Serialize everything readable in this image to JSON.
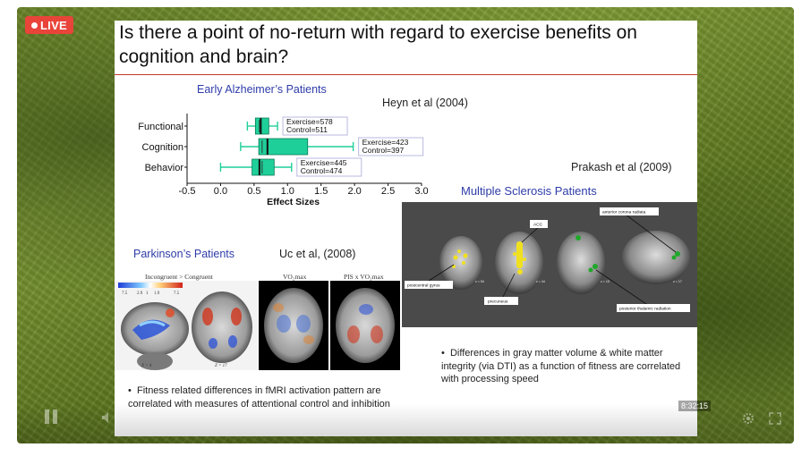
{
  "player": {
    "live_label": "LIVE"
  },
  "slide": {
    "title": "Is there a point of no-return with regard to exercise benefits on cognition and brain?",
    "alz": {
      "heading": "Early Alzheimer’s Patients",
      "citation": "Heyn et al (2004)"
    },
    "ms": {
      "citation": "Prakash et al (2009)",
      "heading": "Multiple Sclerosis Patients",
      "labels": {
        "anterior": "anterior corona radiata",
        "acc": "ACC",
        "postcentral": "postcentral gyrus",
        "precuneus": "precuneus",
        "posterior": "posterior thalamic radiation"
      },
      "slices": [
        "z = 54",
        "z = 44",
        "z = 15",
        "z = 17"
      ],
      "bullet": "Differences in gray matter volume & white matter integrity (via DTI) as a function of fitness are correlated with processing speed"
    },
    "pd": {
      "heading": "Parkinson’s Patients",
      "citation": "Uc et al, (2008)",
      "panel_labels": [
        "Incongruent > Congruent",
        "VO₂max",
        "PIS x VO₂max"
      ],
      "colorbar": [
        "7.5",
        "2.9",
        "1",
        "1.9",
        "7.5"
      ],
      "slice_labels": [
        "X = 4",
        "Z = 17"
      ],
      "bullet": "Fitness related differences in fMRI activation pattern are correlated with measures of attentional control and inhibition"
    }
  },
  "chart_data": {
    "type": "box",
    "xlabel": "Effect Sizes",
    "xlim": [
      -0.5,
      3.0
    ],
    "xticks": [
      "-0.5",
      "0.0",
      "0.5",
      "1.0",
      "1.5",
      "2.0",
      "2.5",
      "3.0"
    ],
    "categories": [
      "Functional",
      "Cognition",
      "Behavior"
    ],
    "series": [
      {
        "min": 0.4,
        "q1": 0.52,
        "median": 0.6,
        "q3": 0.72,
        "max": 0.85,
        "mean": 0.58,
        "annotation": [
          "Exercise=578",
          "Control=511"
        ]
      },
      {
        "min": 0.3,
        "q1": 0.57,
        "median": 0.7,
        "q3": 1.3,
        "max": 1.98,
        "mean": 0.62,
        "annotation": [
          "Exercise=423",
          "Control=397"
        ]
      },
      {
        "min": 0.0,
        "q1": 0.47,
        "median": 0.58,
        "q3": 0.8,
        "max": 1.06,
        "mean": 0.62,
        "annotation": [
          "Exercise=445",
          "Control=474"
        ]
      }
    ],
    "colors": {
      "box": "#1fcf9a",
      "whisker": "#1fcf9a"
    }
  },
  "controls": {
    "time": "8:32:15"
  }
}
